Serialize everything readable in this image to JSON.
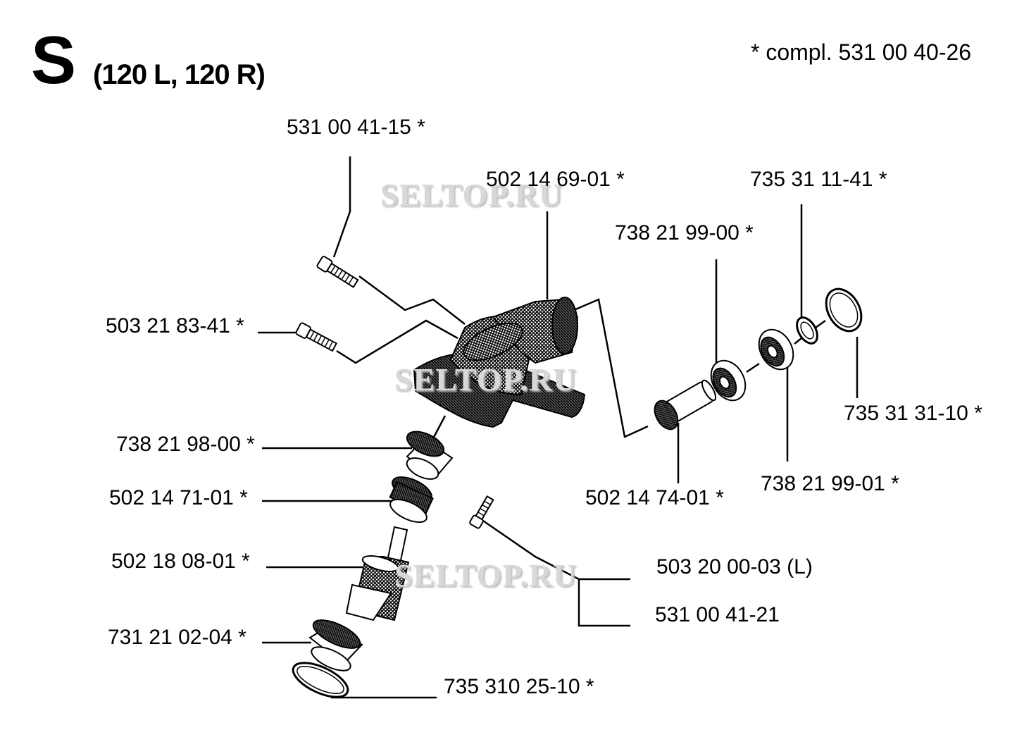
{
  "header": {
    "section_letter": "S",
    "models": "(120 L, 120 R)",
    "compl_note": "*  compl. 531 00 40-26"
  },
  "watermark": "SELTOP.RU",
  "parts": {
    "p_531004115": "531 00 41-15  *",
    "p_502146901": "502 14 69-01  *",
    "p_735311141": "735 31 11-41  *",
    "p_738219900": "738 21 99-00  *",
    "p_503218341": "503 21 83-41  *",
    "p_735313110": "735 31 31-10  *",
    "p_738219800": "738 21 98-00 *",
    "p_502147101": "502 14 71-01  *",
    "p_502147401": "502 14 74-01  *",
    "p_738219901": "738 21 99-01  *",
    "p_502180801": "502 18 08-01  *",
    "p_503200003": "503 20 00-03 (L)",
    "p_531004121": "531 00 41-21",
    "p_731210204": "731 21 02-04  *",
    "p_735310251": "735 310 25-10  *"
  }
}
